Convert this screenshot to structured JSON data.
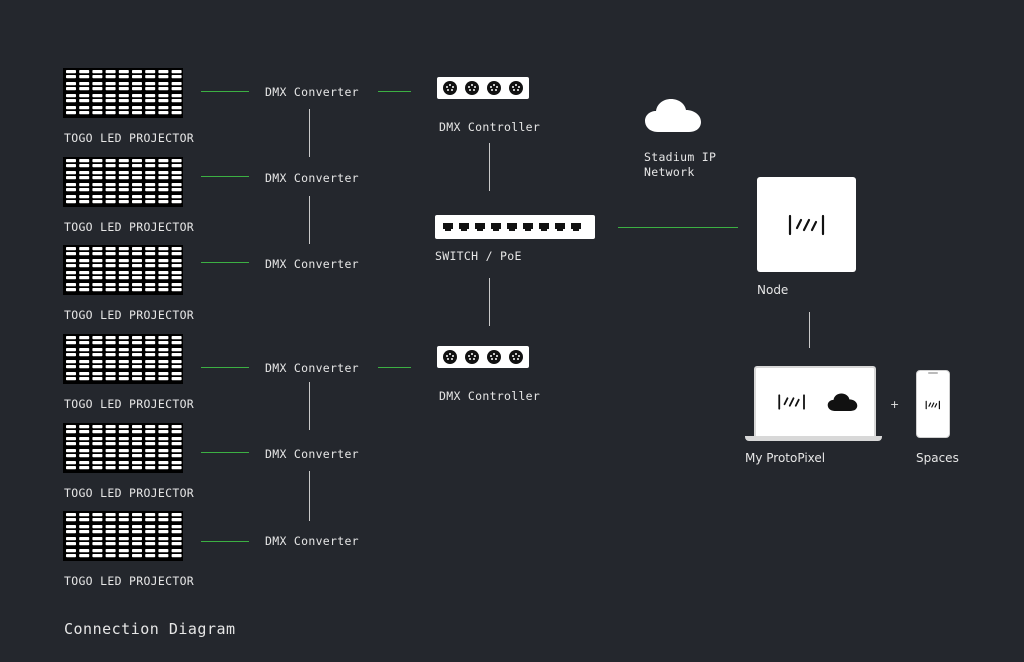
{
  "projectors": [
    {
      "label": "TOGO LED PROJECTOR"
    },
    {
      "label": "TOGO LED PROJECTOR"
    },
    {
      "label": "TOGO LED PROJECTOR"
    },
    {
      "label": "TOGO LED PROJECTOR"
    },
    {
      "label": "TOGO LED PROJECTOR"
    },
    {
      "label": "TOGO LED PROJECTOR"
    }
  ],
  "converters": [
    {
      "label": "DMX Converter"
    },
    {
      "label": "DMX Converter"
    },
    {
      "label": "DMX Converter"
    },
    {
      "label": "DMX Converter"
    },
    {
      "label": "DMX Converter"
    },
    {
      "label": "DMX Converter"
    }
  ],
  "controllers": [
    {
      "label": "DMX Controller"
    },
    {
      "label": "DMX Controller"
    }
  ],
  "switch": {
    "label": "SWITCH / PoE"
  },
  "network": {
    "line1": "Stadium IP",
    "line2": "Network"
  },
  "node": {
    "label": "Node"
  },
  "app": {
    "label": "My ProtoPixel"
  },
  "plus": "+",
  "spaces": {
    "label": "Spaces"
  },
  "footer": {
    "title": "Connection Diagram"
  },
  "colors": {
    "background": "#24272d",
    "link": "#3cb043",
    "connector": "#c9c9c9",
    "device": "#ffffff"
  },
  "icons": {
    "cloud": "cloud-icon",
    "logo": "protopixel-logo-icon"
  }
}
